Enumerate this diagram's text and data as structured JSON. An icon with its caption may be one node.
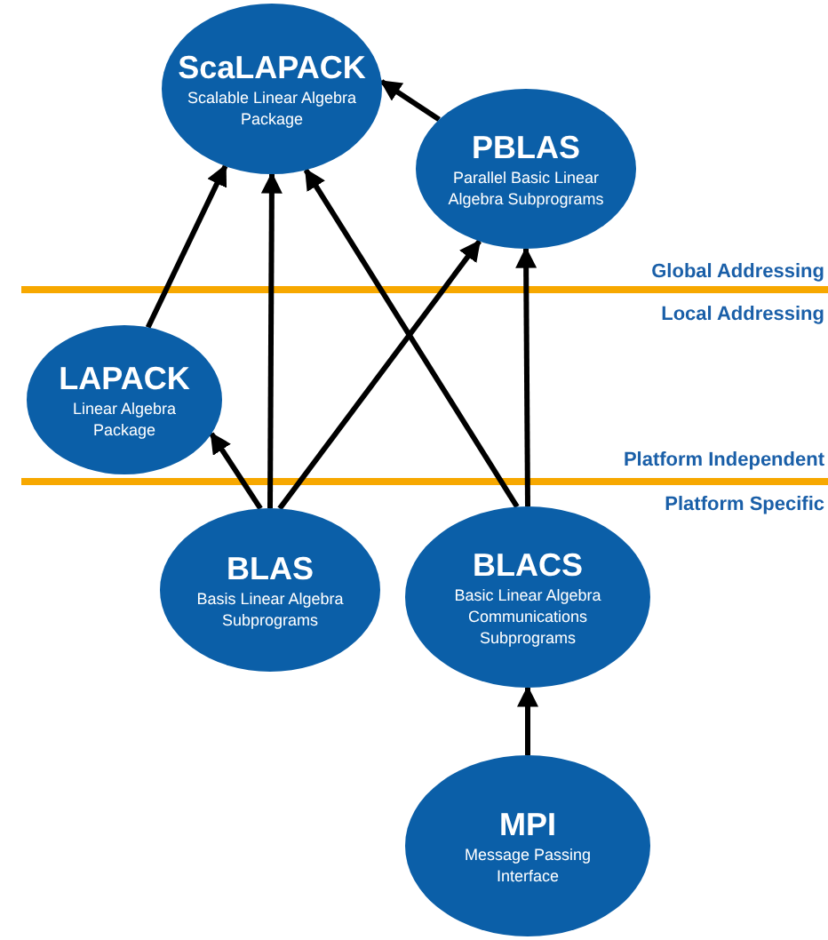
{
  "diagram": {
    "nodes": [
      {
        "text": [
          "ScaLAPACK",
          "Scalable Linear Algebra Package"
        ]
      },
      {
        "text": [
          "PBLAS",
          "Parallel Basic Linear Algebra Subprograms"
        ]
      },
      {
        "text": [
          "LAPACK",
          "Linear Algebra Package"
        ]
      },
      {
        "text": [
          "BLAS",
          "Basis Linear Algebra Subprograms"
        ]
      },
      {
        "text": [
          "BLACS",
          "Basic Linear Algebra Communications Subprograms"
        ]
      },
      {
        "text": [
          "MPI",
          "Message Passing Interface"
        ]
      }
    ],
    "edges": [
      {
        "from": 2,
        "to": 0,
        "arrow": "to"
      },
      {
        "from": 3,
        "to": 0,
        "arrow": "to"
      },
      {
        "from": 3,
        "to": 2,
        "arrow": "to"
      },
      {
        "from": 3,
        "to": 1,
        "arrow": "to"
      },
      {
        "from": 4,
        "to": 0,
        "arrow": "to"
      },
      {
        "from": 4,
        "to": 1,
        "arrow": "to"
      },
      {
        "from": 1,
        "to": 0,
        "arrow": "to"
      },
      {
        "from": 5,
        "to": 4,
        "arrow": "to"
      }
    ],
    "labels": [
      "Global Addressing",
      "Local Addressing",
      "Platform Independent",
      "Platform Specific"
    ]
  }
}
